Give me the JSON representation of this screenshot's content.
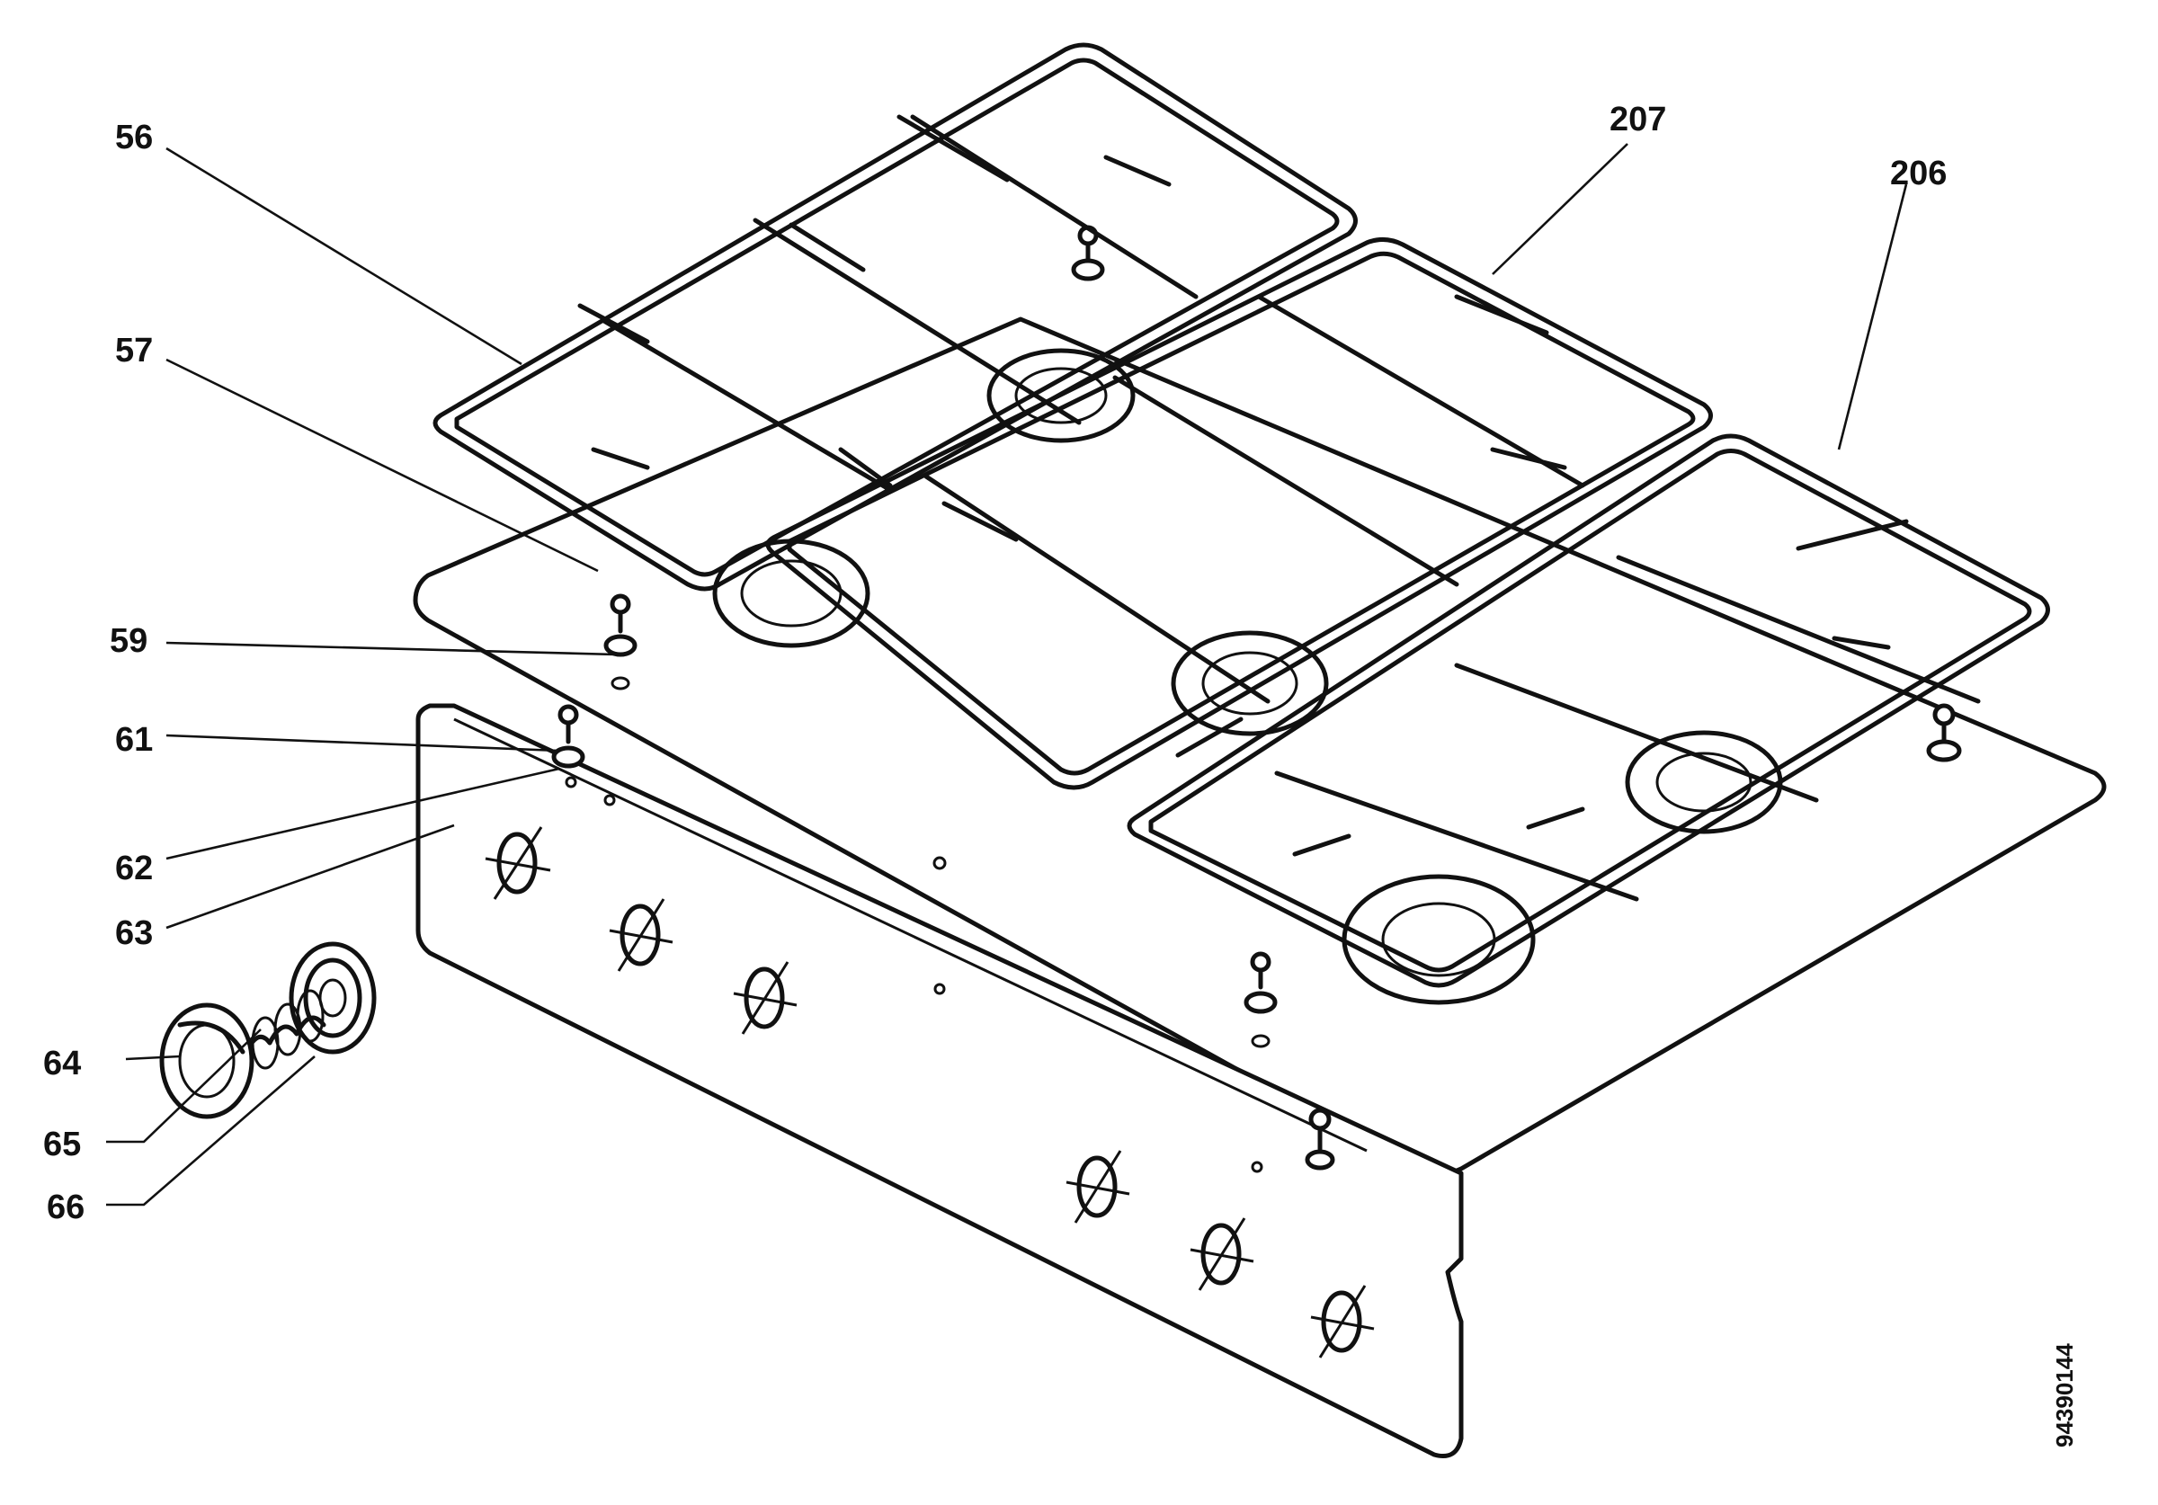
{
  "diagram": {
    "callouts": [
      "56",
      "57",
      "59",
      "61",
      "62",
      "63",
      "64",
      "65",
      "66",
      "207",
      "206"
    ],
    "document_number": "94390144"
  }
}
